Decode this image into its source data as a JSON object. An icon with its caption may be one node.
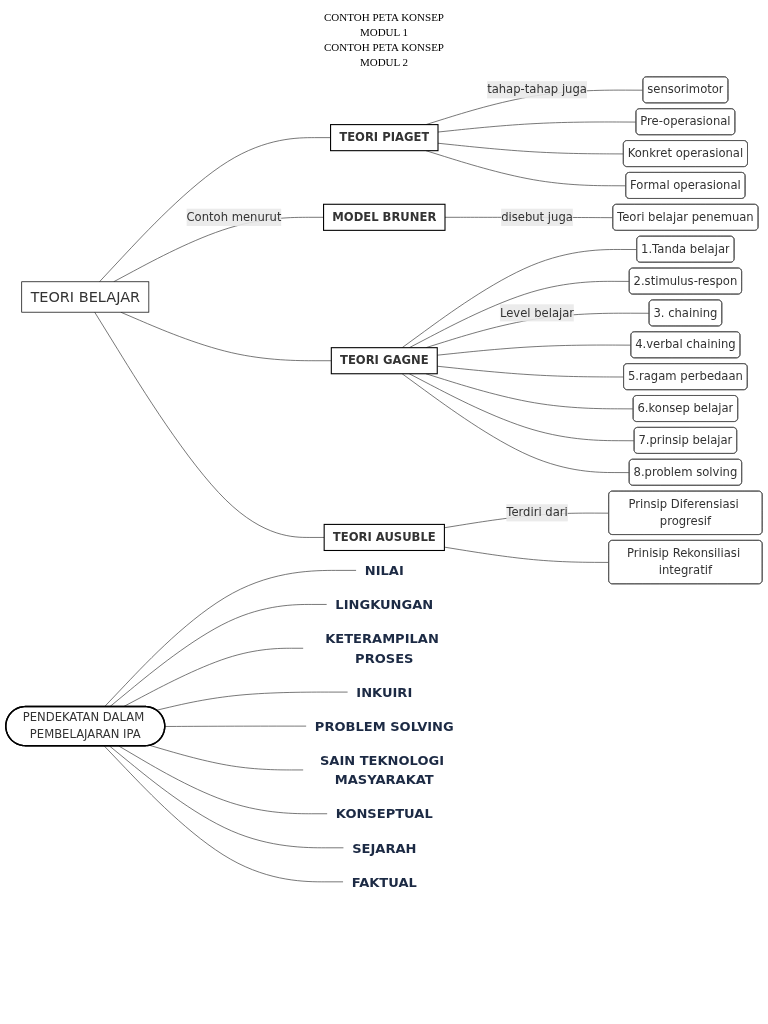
{
  "diagram": {
    "nodes": [
      {
        "text": [
          "TEORI BELAJAR"
        ]
      },
      {
        "text": [
          "TEORI PIAGET"
        ]
      },
      {
        "text": [
          "MODEL BRUNER"
        ]
      },
      {
        "text": [
          "TEORI GAGNE"
        ]
      },
      {
        "text": [
          "TEORI AUSUBLE"
        ]
      },
      {
        "text": [
          "sensorimotor"
        ]
      },
      {
        "text": [
          "Pre-operasional"
        ]
      },
      {
        "text": [
          "Konkret operasional"
        ]
      },
      {
        "text": [
          "Formal operasional"
        ]
      },
      {
        "text": [
          "Teori belajar penemuan"
        ]
      },
      {
        "text": [
          "1.Tanda belajar"
        ]
      },
      {
        "text": [
          "2.stimulus-respon"
        ]
      },
      {
        "text": [
          "3. chaining"
        ]
      },
      {
        "text": [
          "4.verbal chaining"
        ]
      },
      {
        "text": [
          "5.ragam perbedaan"
        ]
      },
      {
        "text": [
          "6.konsep belajar"
        ]
      },
      {
        "text": [
          "7.prinsip belajar"
        ]
      },
      {
        "text": [
          "8.problem solving"
        ]
      },
      {
        "text": [
          "Prinsip Diferensiasi progresif"
        ]
      },
      {
        "text": [
          "Prinisip Rekonsiliasi integratif"
        ]
      },
      {
        "text": [
          "PENDEKATAN DALAM PEMBELAJARAN IPA"
        ]
      },
      {
        "text": [
          "NILAI"
        ]
      },
      {
        "text": [
          "LINGKUNGAN"
        ]
      },
      {
        "text": [
          "KETERAMPILAN PROSES"
        ]
      },
      {
        "text": [
          "INKUIRI"
        ]
      },
      {
        "text": [
          "PROBLEM SOLVING"
        ]
      },
      {
        "text": [
          "SAIN TEKNOLOGI MASYARAKAT"
        ]
      },
      {
        "text": [
          "KONSEPTUAL"
        ]
      },
      {
        "text": [
          "SEJARAH"
        ]
      },
      {
        "text": [
          "FAKTUAL"
        ]
      }
    ],
    "edges": [
      {
        "from": 0,
        "to": 1,
        "arrow": "none"
      },
      {
        "from": 0,
        "to": 2,
        "arrow": "none",
        "label": "Contoh menurut"
      },
      {
        "from": 0,
        "to": 3,
        "arrow": "none"
      },
      {
        "from": 0,
        "to": 4,
        "arrow": "none"
      },
      {
        "from": 1,
        "to": 5,
        "arrow": "none",
        "label": "tahap-tahap juga"
      },
      {
        "from": 1,
        "to": 6,
        "arrow": "none"
      },
      {
        "from": 1,
        "to": 7,
        "arrow": "none"
      },
      {
        "from": 1,
        "to": 8,
        "arrow": "none"
      },
      {
        "from": 2,
        "to": 9,
        "arrow": "none",
        "label": "disebut juga"
      },
      {
        "from": 3,
        "to": 10,
        "arrow": "none"
      },
      {
        "from": 3,
        "to": 11,
        "arrow": "none"
      },
      {
        "from": 3,
        "to": 12,
        "arrow": "none",
        "label": "Level belajar"
      },
      {
        "from": 3,
        "to": 13,
        "arrow": "none"
      },
      {
        "from": 3,
        "to": 14,
        "arrow": "none"
      },
      {
        "from": 3,
        "to": 15,
        "arrow": "none"
      },
      {
        "from": 3,
        "to": 16,
        "arrow": "none"
      },
      {
        "from": 3,
        "to": 17,
        "arrow": "none"
      },
      {
        "from": 4,
        "to": 18,
        "arrow": "none",
        "label": "Terdiri dari"
      },
      {
        "from": 4,
        "to": 19,
        "arrow": "none"
      },
      {
        "from": 20,
        "to": 21,
        "arrow": "none"
      },
      {
        "from": 20,
        "to": 22,
        "arrow": "none"
      },
      {
        "from": 20,
        "to": 23,
        "arrow": "none"
      },
      {
        "from": 20,
        "to": 24,
        "arrow": "none"
      },
      {
        "from": 20,
        "to": 25,
        "arrow": "none"
      },
      {
        "from": 20,
        "to": 26,
        "arrow": "none"
      },
      {
        "from": 20,
        "to": 27,
        "arrow": "none"
      },
      {
        "from": 20,
        "to": 28,
        "arrow": "none"
      },
      {
        "from": 20,
        "to": 29,
        "arrow": "none"
      }
    ],
    "labels": [
      "CONTOH PETA KONSEP",
      "MODUL 1",
      "CONTOH PETA KONSEP",
      "MODUL 2"
    ]
  }
}
